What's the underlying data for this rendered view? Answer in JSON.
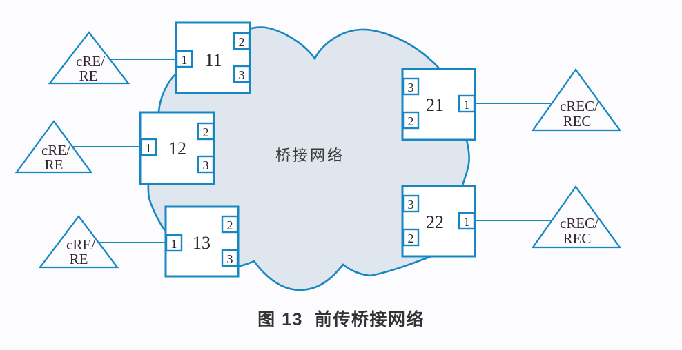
{
  "figure": {
    "cloud_label": "桥接网络",
    "caption": "图 13  前传桥接网络"
  },
  "bridges": {
    "b11": {
      "label": "11",
      "port1": "1",
      "port2": "2",
      "port3": "3"
    },
    "b12": {
      "label": "12",
      "port1": "1",
      "port2": "2",
      "port3": "3"
    },
    "b13": {
      "label": "13",
      "port1": "1",
      "port2": "2",
      "port3": "3"
    },
    "b21": {
      "label": "21",
      "port1": "1",
      "port2": "2",
      "port3": "3"
    },
    "b22": {
      "label": "22",
      "port1": "1",
      "port2": "2",
      "port3": "3"
    }
  },
  "endpoints": {
    "re1": {
      "line1": "cRE/",
      "line2": "RE"
    },
    "re2": {
      "line1": "cRE/",
      "line2": "RE"
    },
    "re3": {
      "line1": "cRE/",
      "line2": "RE"
    },
    "rec1": {
      "line1": "cREC/",
      "line2": "REC"
    },
    "rec2": {
      "line1": "cREC/",
      "line2": "REC"
    }
  },
  "colors": {
    "stroke_blue": "#1787c4",
    "cloud_fill": "#e0e6ee",
    "node_fill": "#ffffff",
    "label_text": "#2b2430",
    "caption_text": "#333333",
    "background": "#fcfbfd"
  }
}
